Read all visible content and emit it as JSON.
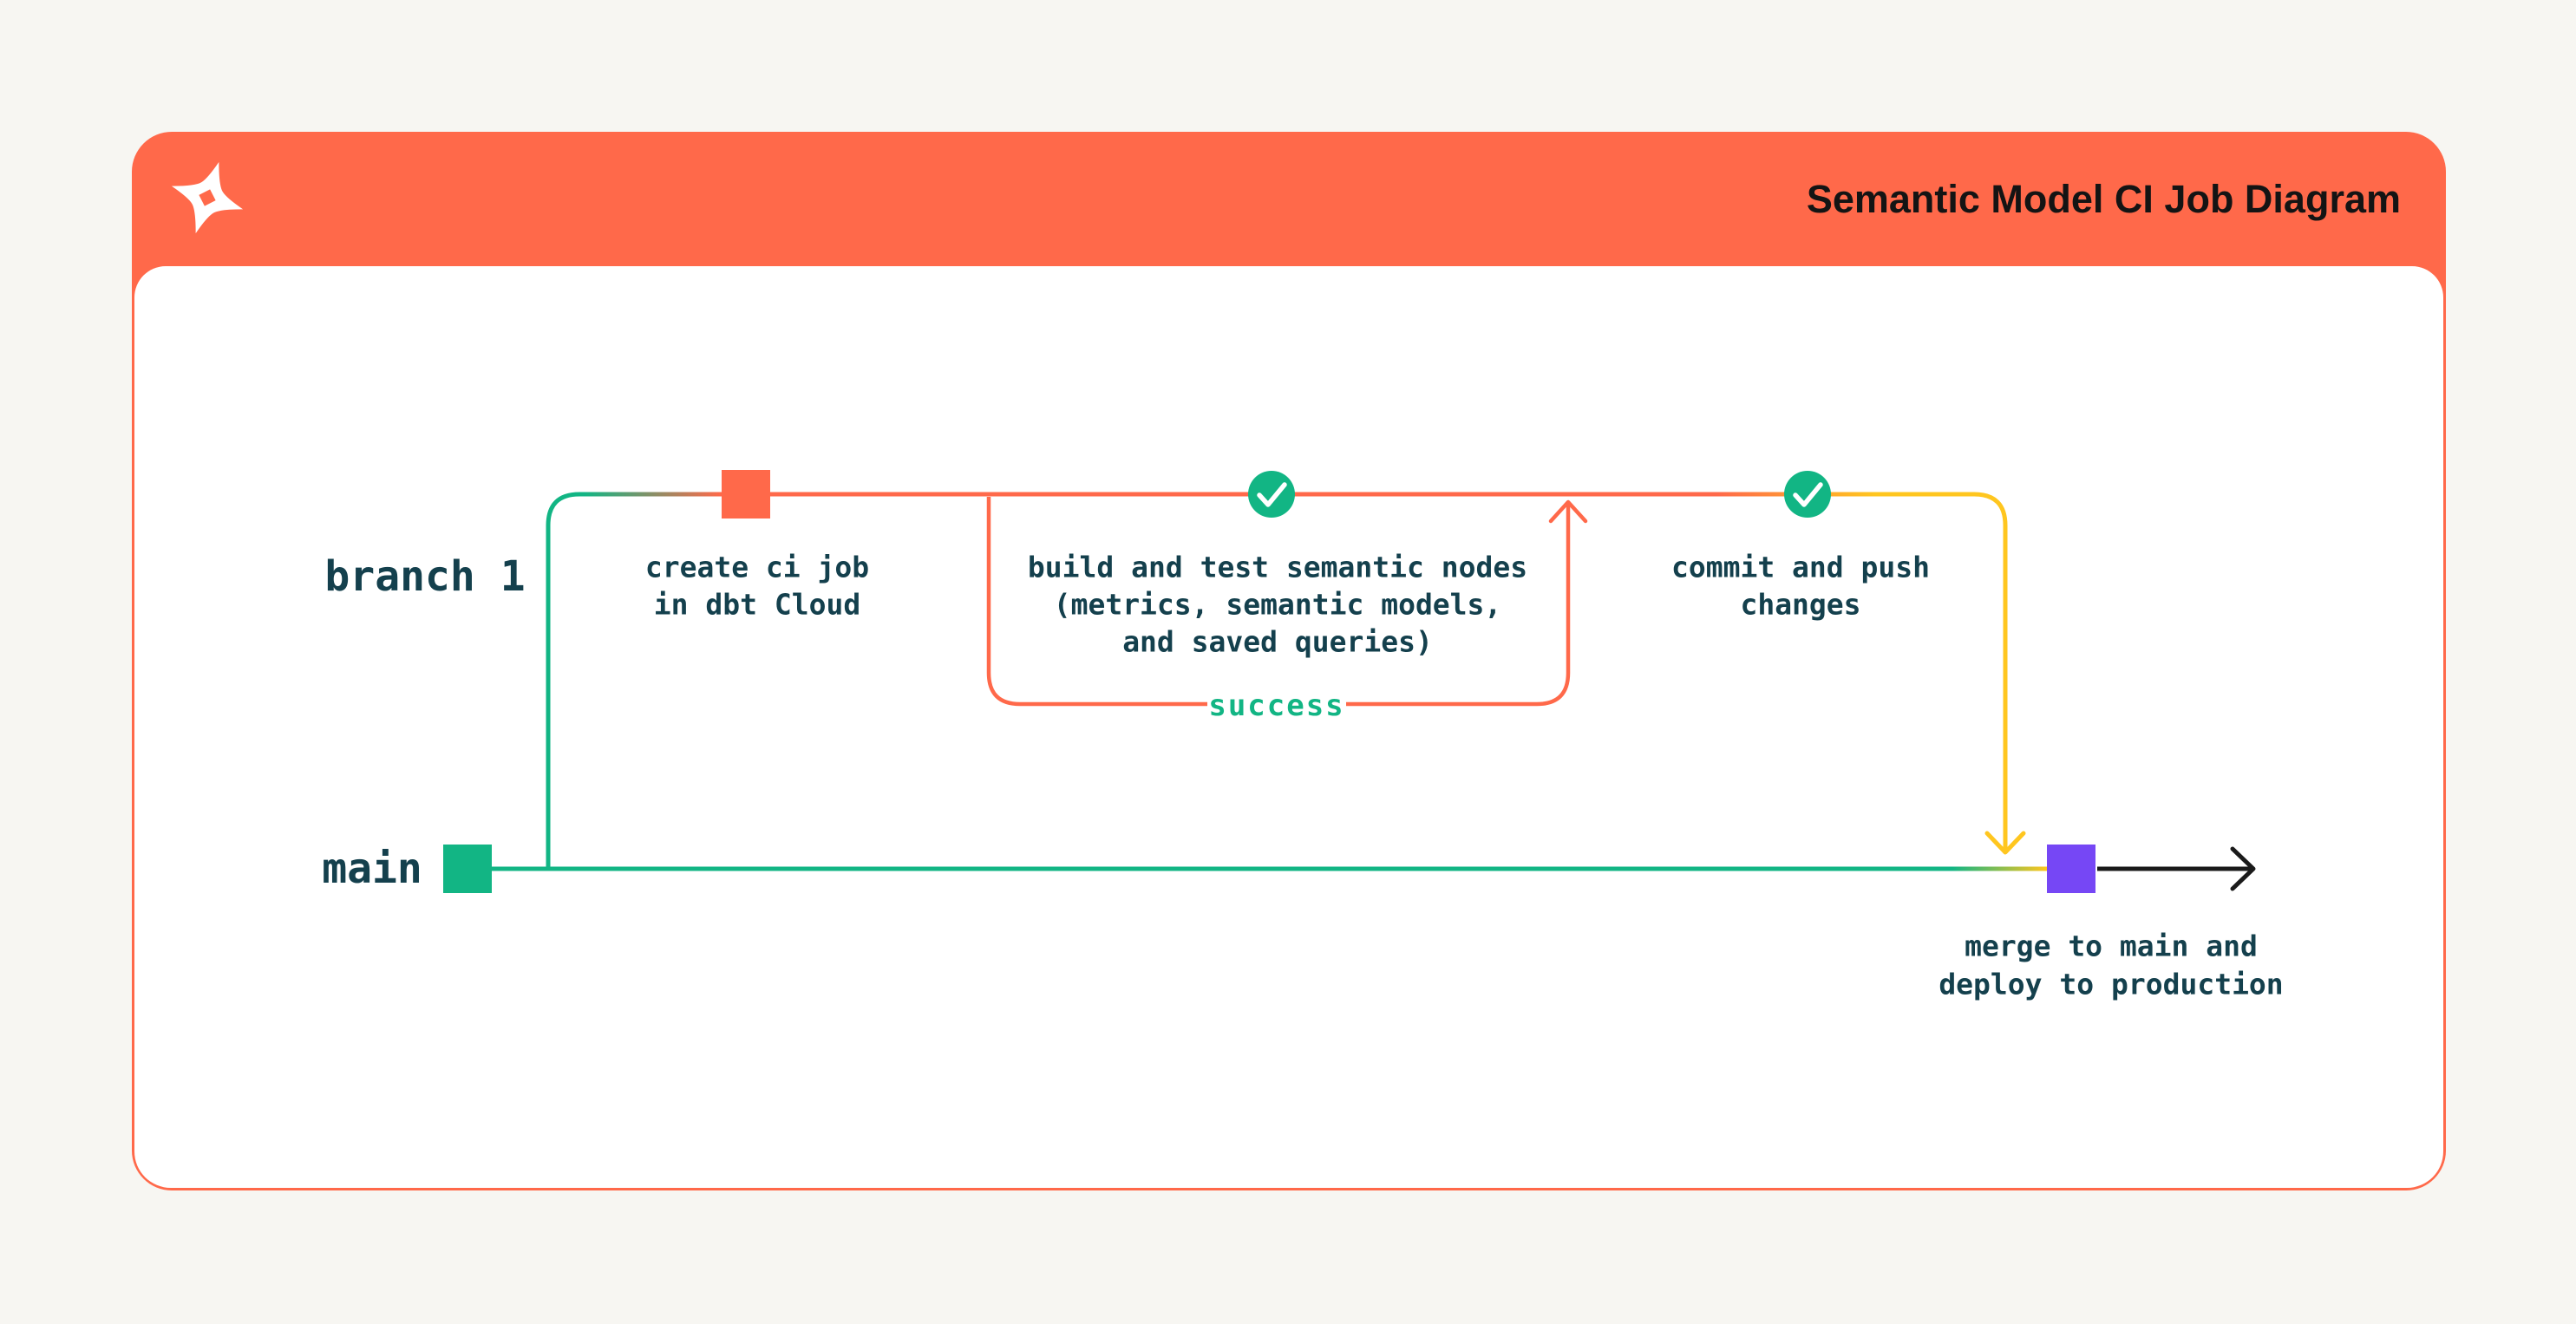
{
  "header": {
    "title": "Semantic Model CI Job Diagram",
    "logo": "dbt-logo"
  },
  "colors": {
    "page-bg": "#F7F6F2",
    "orange": "#FF694A",
    "green": "#12B584",
    "yellow": "#FFC61F",
    "purple": "#7647F5",
    "ink": "#14404D",
    "title-ink": "#141414",
    "black": "#1A1A1A",
    "white": "#FFFFFF"
  },
  "diagram": {
    "branch1": {
      "label": "branch 1"
    },
    "main": {
      "label": "main"
    },
    "nodes": {
      "create_ci": {
        "lines": [
          "create ci job",
          "in dbt Cloud"
        ]
      },
      "build_test": {
        "lines": [
          "build and test semantic nodes",
          "(metrics, semantic models,",
          "and saved queries)"
        ]
      },
      "commit_push": {
        "lines": [
          "commit and push",
          "changes"
        ]
      },
      "merge": {
        "lines": [
          "merge to main and",
          "deploy to production"
        ]
      }
    },
    "loop": {
      "label": "success"
    }
  }
}
